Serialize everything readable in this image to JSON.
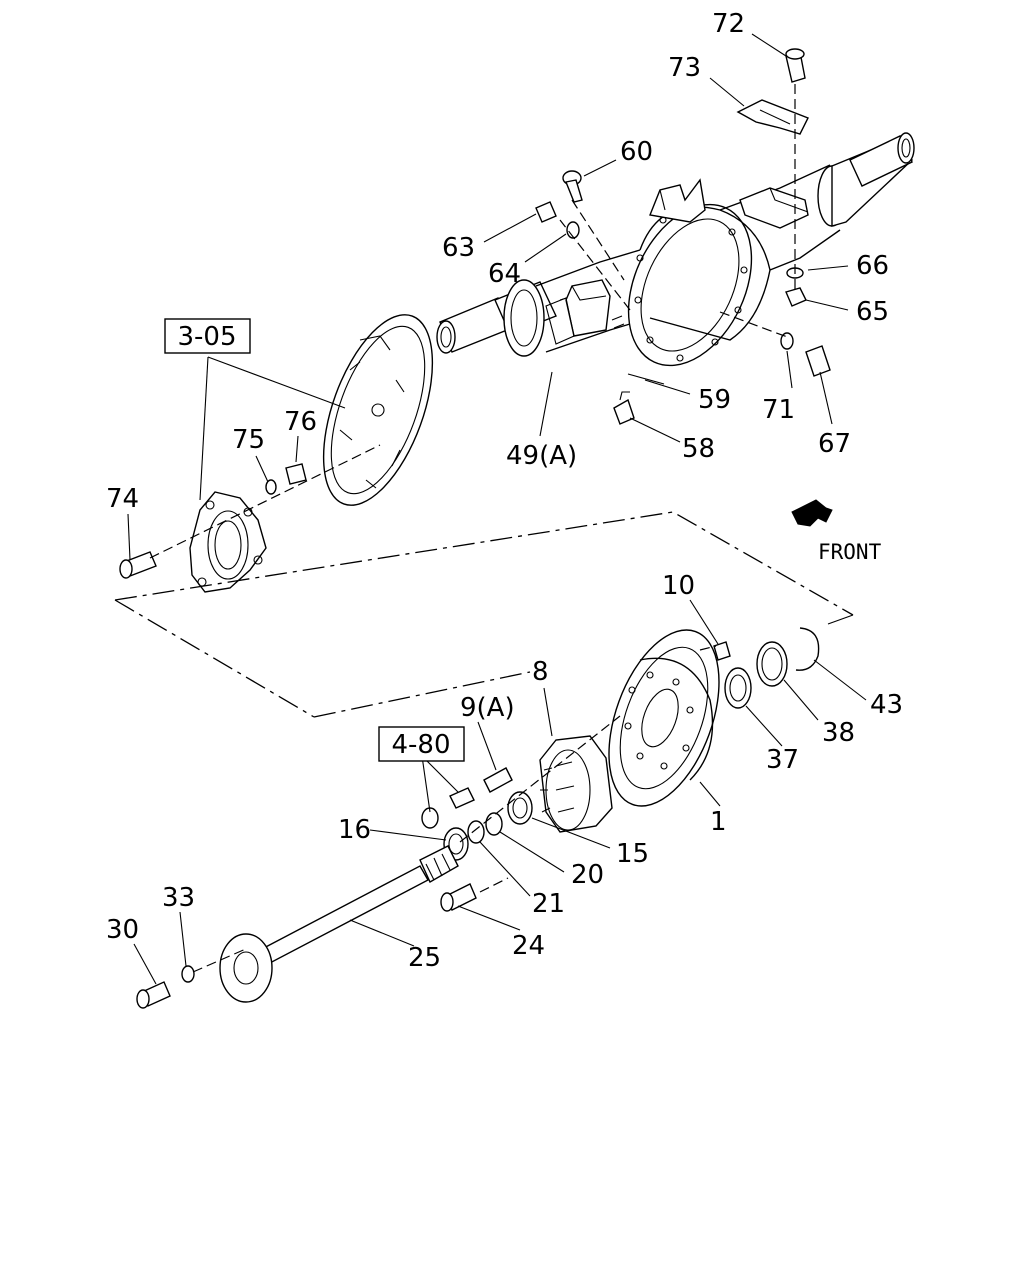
{
  "callouts": {
    "p72": "72",
    "p73": "73",
    "p60": "60",
    "p63": "63",
    "p64": "64",
    "p66": "66",
    "p65": "65",
    "p59": "59",
    "p71": "71",
    "p67": "67",
    "p58": "58",
    "p49a": "49(A)",
    "p76": "76",
    "p75": "75",
    "p74": "74",
    "p10": "10",
    "p8": "8",
    "p9a": "9(A)",
    "p43": "43",
    "p38": "38",
    "p37": "37",
    "p1": "1",
    "p15": "15",
    "p20": "20",
    "p21": "21",
    "p16": "16",
    "p24": "24",
    "p25": "25",
    "p33": "33",
    "p30": "30"
  },
  "references": {
    "ref305": "3-05",
    "ref480": "4-80"
  },
  "direction": {
    "label": "FRONT",
    "icon": "front-arrow-icon"
  }
}
